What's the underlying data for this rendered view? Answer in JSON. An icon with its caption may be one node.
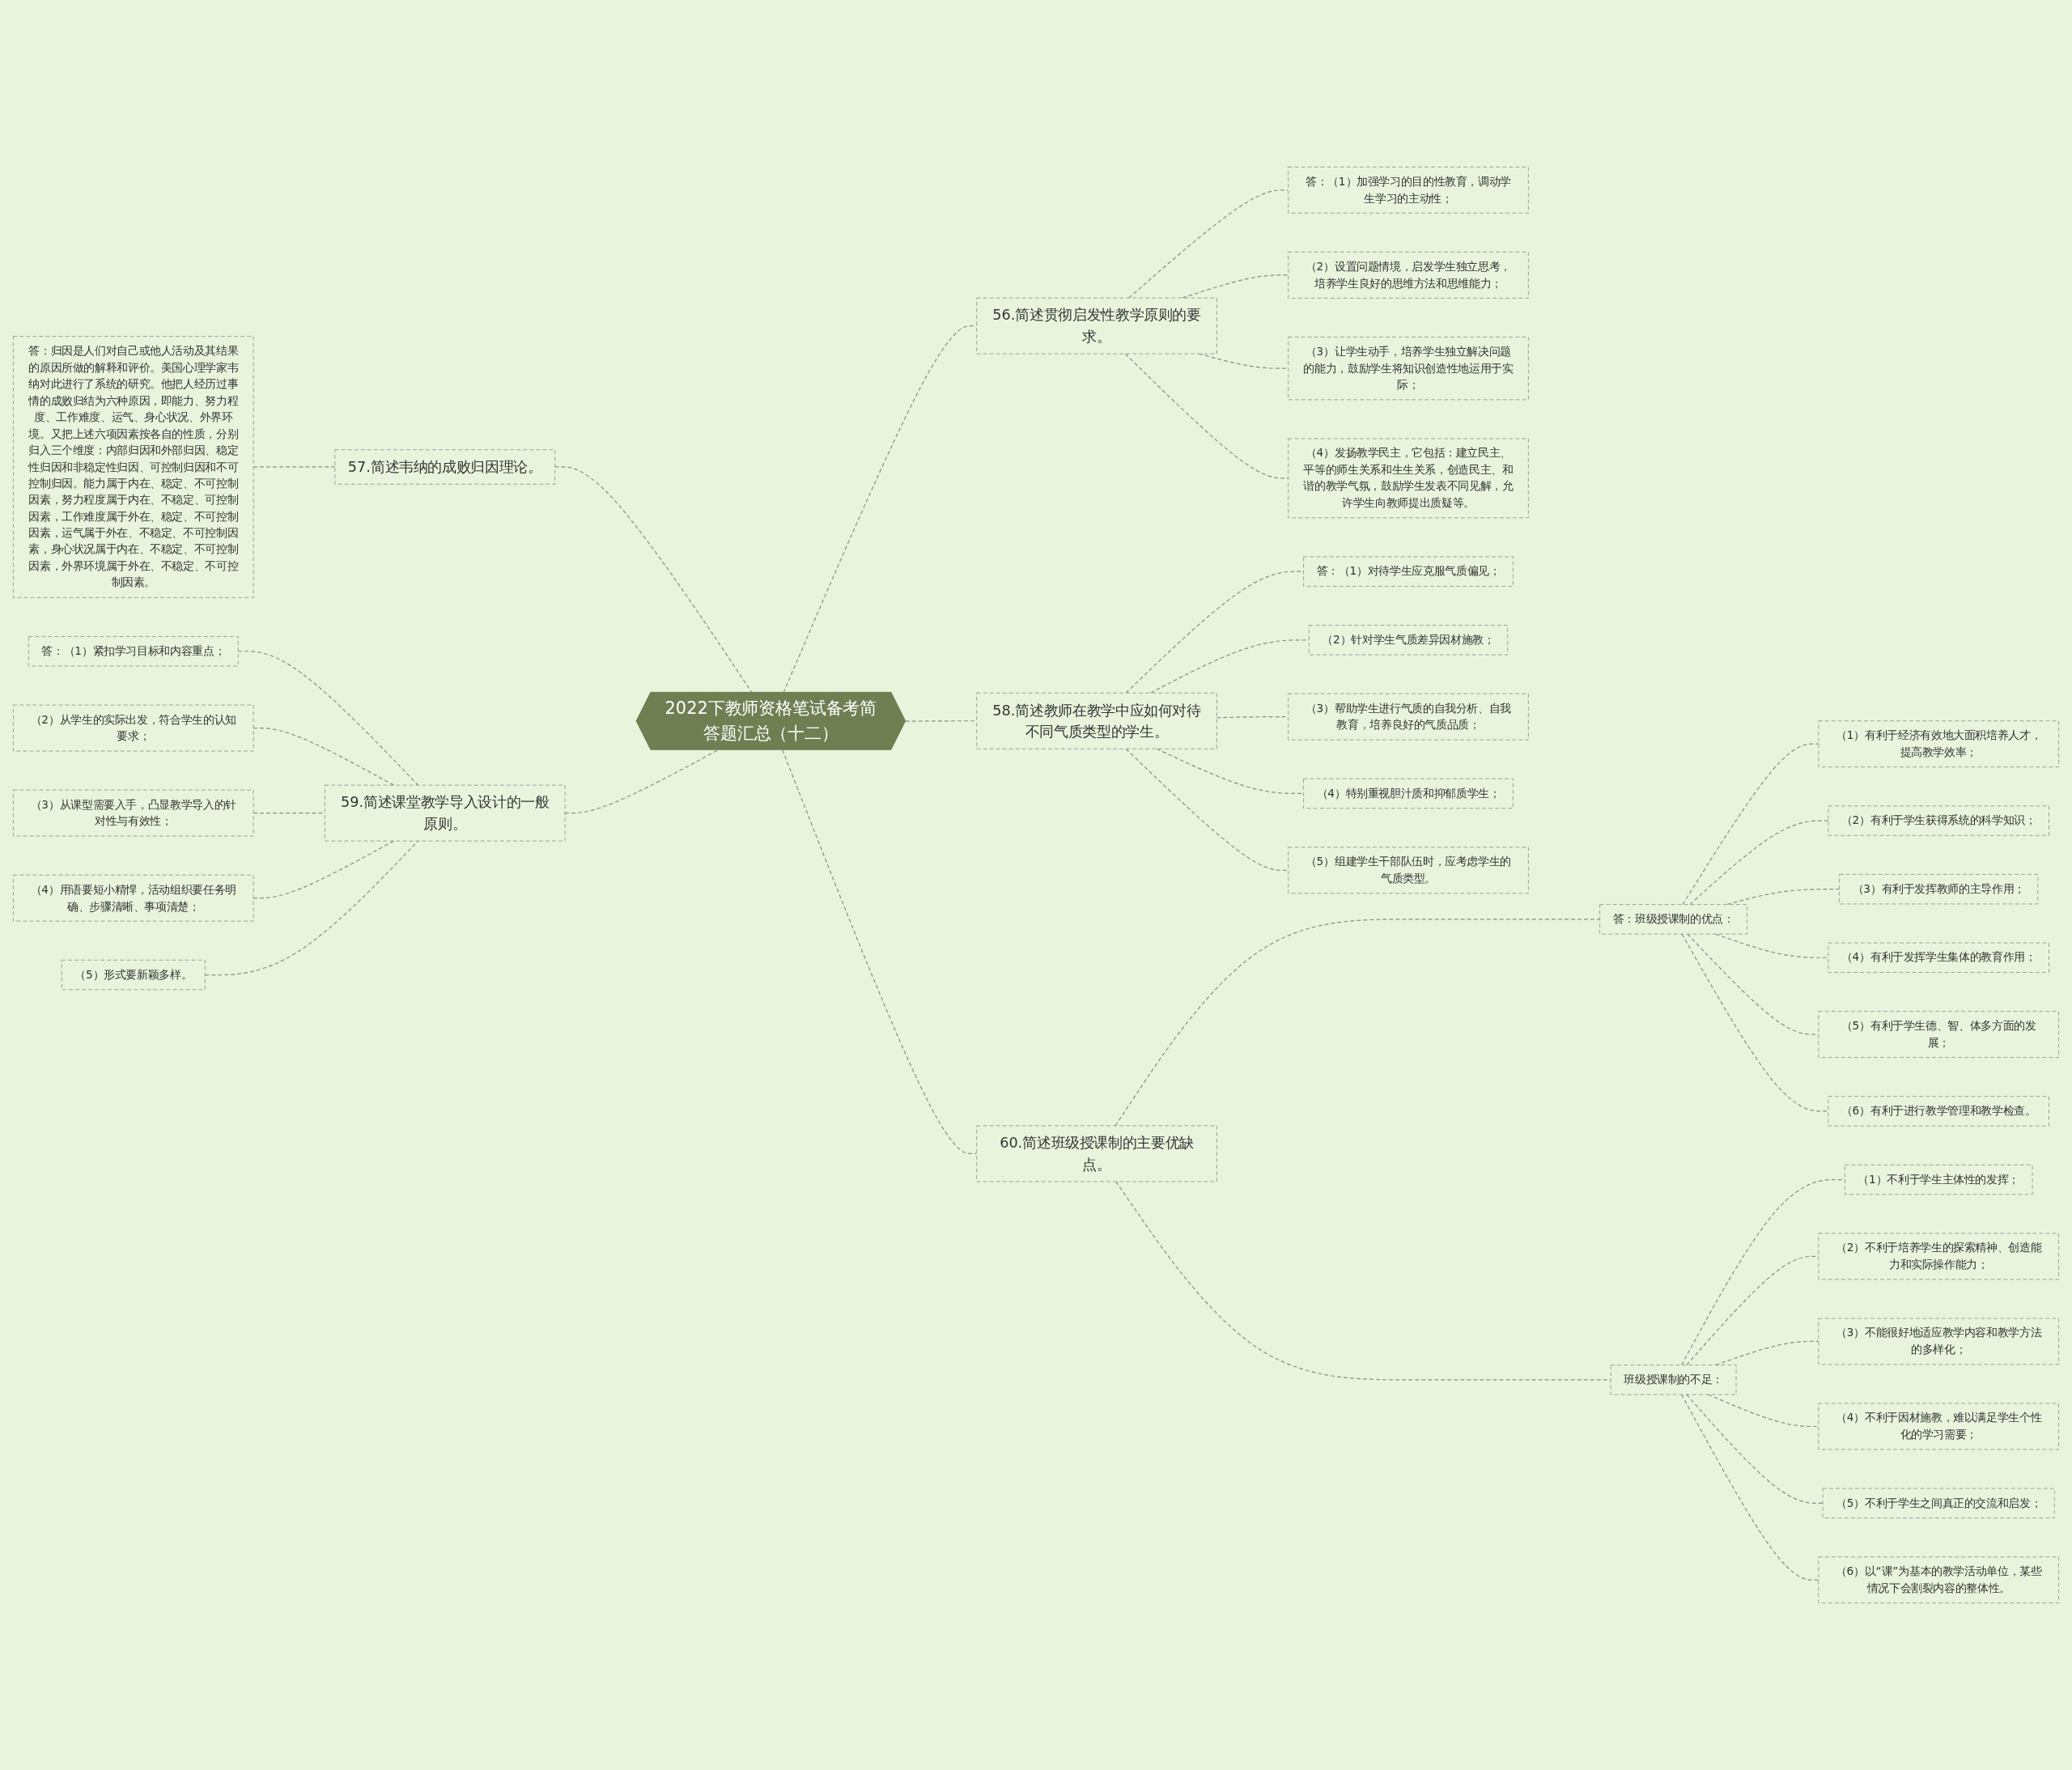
{
  "diagram": {
    "nodes": [
      {
        "text": [
          "2022下教师资格笔试备考简答题汇总（十二）"
        ]
      },
      {
        "text": [
          "56.简述贯彻启发性教学原则的要求。"
        ]
      },
      {
        "text": [
          "答：（1）加强学习的目的性教育，调动学生学习的主动性；"
        ]
      },
      {
        "text": [
          "（2）设置问题情境，启发学生独立思考，培养学生良好的思维方法和思维能力；"
        ]
      },
      {
        "text": [
          "（3）让学生动手，培养学生独立解决问题的能力，鼓励学生将知识创造性地运用于实际；"
        ]
      },
      {
        "text": [
          "（4）发扬教学民主，它包括：建立民主、平等的师生关系和生生关系，创造民主、和谐的教学气氛，鼓励学生发表不同见解，允许学生向教师提出质疑等。"
        ]
      },
      {
        "text": [
          "58.简述教师在教学中应如何对待不同气质类型的学生。"
        ]
      },
      {
        "text": [
          "答：（1）对待学生应克服气质偏见；"
        ]
      },
      {
        "text": [
          "（2）针对学生气质差异因材施教；"
        ]
      },
      {
        "text": [
          "（3）帮助学生进行气质的自我分析、自我教育，培养良好的气质品质；"
        ]
      },
      {
        "text": [
          "（4）特别重视胆汁质和抑郁质学生；"
        ]
      },
      {
        "text": [
          "（5）组建学生干部队伍时，应考虑学生的气质类型。"
        ]
      },
      {
        "text": [
          "60.简述班级授课制的主要优缺点。"
        ]
      },
      {
        "text": [
          "答：班级授课制的优点："
        ]
      },
      {
        "text": [
          "（1）有利于经济有效地大面积培养人才，提高教学效率；"
        ]
      },
      {
        "text": [
          "（2）有利于学生获得系统的科学知识；"
        ]
      },
      {
        "text": [
          "（3）有利于发挥教师的主导作用；"
        ]
      },
      {
        "text": [
          "（4）有利于发挥学生集体的教育作用；"
        ]
      },
      {
        "text": [
          "（5）有利于学生德、智、体多方面的发展；"
        ]
      },
      {
        "text": [
          "（6）有利于进行教学管理和教学检查。"
        ]
      },
      {
        "text": [
          "班级授课制的不足："
        ]
      },
      {
        "text": [
          "（1）不利于学生主体性的发挥；"
        ]
      },
      {
        "text": [
          "（2）不利于培养学生的探索精神、创造能力和实际操作能力；"
        ]
      },
      {
        "text": [
          "（3）不能很好地适应教学内容和教学方法的多样化；"
        ]
      },
      {
        "text": [
          "（4）不利于因材施教，难以满足学生个性化的学习需要；"
        ]
      },
      {
        "text": [
          "（5）不利于学生之间真正的交流和启发；"
        ]
      },
      {
        "text": [
          "（6）以“课”为基本的教学活动单位，某些情况下会割裂内容的整体性。"
        ]
      },
      {
        "text": [
          "57.简述韦纳的成败归因理论。"
        ]
      },
      {
        "text": [
          "答：归因是人们对自己或他人活动及其结果的原因所做的解释和评价。美国心理学家韦纳对此进行了系统的研究。他把人经历过事情的成败归结为六种原因，即能力、努力程度、工作难度、运气、身心状况、外界环境。又把上述六项因素按各自的性质，分别归入三个维度：内部归因和外部归因、稳定性归因和非稳定性归因、可控制归因和不可控制归因。能力属于内在、稳定、不可控制因素，努力程度属于内在、不稳定、可控制因素，工作难度属于外在、稳定、不可控制因素，运气属于外在、不稳定、不可控制因素，身心状况属于内在、不稳定、不可控制因素，外界环境属于外在、不稳定、不可控制因素。"
        ]
      },
      {
        "text": [
          "59.简述课堂教学导入设计的一般原则。"
        ]
      },
      {
        "text": [
          "答：（1）紧扣学习目标和内容重点；"
        ]
      },
      {
        "text": [
          "（2）从学生的实际出发，符合学生的认知要求；"
        ]
      },
      {
        "text": [
          "（3）从课型需要入手，凸显教学导入的针对性与有效性；"
        ]
      },
      {
        "text": [
          "（4）用语要短小精悍，活动组织要任务明确、步骤清晰、事项清楚；"
        ]
      },
      {
        "text": [
          "（5）形式要新颖多样。"
        ]
      }
    ],
    "edges": [
      {
        "from": 0,
        "to": 1,
        "arrow": "none",
        "style": "dashed"
      },
      {
        "from": 1,
        "to": 2,
        "arrow": "none",
        "style": "dashed"
      },
      {
        "from": 1,
        "to": 3,
        "arrow": "none",
        "style": "dashed"
      },
      {
        "from": 1,
        "to": 4,
        "arrow": "none",
        "style": "dashed"
      },
      {
        "from": 1,
        "to": 5,
        "arrow": "none",
        "style": "dashed"
      },
      {
        "from": 0,
        "to": 6,
        "arrow": "none",
        "style": "dashed"
      },
      {
        "from": 6,
        "to": 7,
        "arrow": "none",
        "style": "dashed"
      },
      {
        "from": 6,
        "to": 8,
        "arrow": "none",
        "style": "dashed"
      },
      {
        "from": 6,
        "to": 9,
        "arrow": "none",
        "style": "dashed"
      },
      {
        "from": 6,
        "to": 10,
        "arrow": "none",
        "style": "dashed"
      },
      {
        "from": 6,
        "to": 11,
        "arrow": "none",
        "style": "dashed"
      },
      {
        "from": 0,
        "to": 12,
        "arrow": "none",
        "style": "dashed"
      },
      {
        "from": 12,
        "to": 13,
        "arrow": "none",
        "style": "dashed"
      },
      {
        "from": 13,
        "to": 14,
        "arrow": "none",
        "style": "dashed"
      },
      {
        "from": 13,
        "to": 15,
        "arrow": "none",
        "style": "dashed"
      },
      {
        "from": 13,
        "to": 16,
        "arrow": "none",
        "style": "dashed"
      },
      {
        "from": 13,
        "to": 17,
        "arrow": "none",
        "style": "dashed"
      },
      {
        "from": 13,
        "to": 18,
        "arrow": "none",
        "style": "dashed"
      },
      {
        "from": 13,
        "to": 19,
        "arrow": "none",
        "style": "dashed"
      },
      {
        "from": 12,
        "to": 20,
        "arrow": "none",
        "style": "dashed"
      },
      {
        "from": 20,
        "to": 21,
        "arrow": "none",
        "style": "dashed"
      },
      {
        "from": 20,
        "to": 22,
        "arrow": "none",
        "style": "dashed"
      },
      {
        "from": 20,
        "to": 23,
        "arrow": "none",
        "style": "dashed"
      },
      {
        "from": 20,
        "to": 24,
        "arrow": "none",
        "style": "dashed"
      },
      {
        "from": 20,
        "to": 25,
        "arrow": "none",
        "style": "dashed"
      },
      {
        "from": 20,
        "to": 26,
        "arrow": "none",
        "style": "dashed"
      },
      {
        "from": 0,
        "to": 27,
        "arrow": "none",
        "style": "dashed"
      },
      {
        "from": 27,
        "to": 28,
        "arrow": "none",
        "style": "dashed"
      },
      {
        "from": 0,
        "to": 29,
        "arrow": "none",
        "style": "dashed"
      },
      {
        "from": 29,
        "to": 30,
        "arrow": "none",
        "style": "dashed"
      },
      {
        "from": 29,
        "to": 31,
        "arrow": "none",
        "style": "dashed"
      },
      {
        "from": 29,
        "to": 32,
        "arrow": "none",
        "style": "dashed"
      },
      {
        "from": 29,
        "to": 33,
        "arrow": "none",
        "style": "dashed"
      },
      {
        "from": 29,
        "to": 34,
        "arrow": "none",
        "style": "dashed"
      }
    ]
  }
}
